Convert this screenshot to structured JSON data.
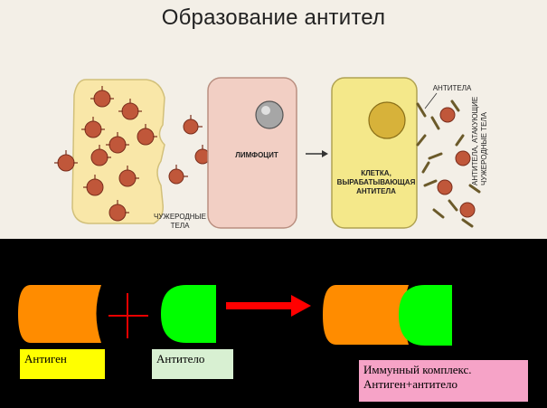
{
  "title": "Образование антител",
  "illustration": {
    "lymphocyte_label": "ЛИМФОЦИТ",
    "foreign_bodies_label": [
      "ЧУЖЕРОДНЫЕ",
      "ТЕЛА"
    ],
    "producing_cell_label": [
      "КЛЕТКА,",
      "ВЫРАБАТЫВАЮЩАЯ",
      "АНТИТЕЛА"
    ],
    "antibodies_label": "АНТИТЕЛА",
    "attacking_label": [
      "АНТИТЕЛА, АТАКУЮЩИЕ",
      "ЧУЖЕРОДНЫЕ ТЕЛА"
    ],
    "colors": {
      "cell_fill": "#f9e7a8",
      "lymphocyte_fill": "#f2cfc4",
      "producing_cell_fill": "#f4e88a",
      "antigen_fill": "#c0573a"
    }
  },
  "scheme": {
    "antigen_label": "Антиген",
    "antibody_label": "Антитело",
    "complex_label_line1": "Иммунный комплекс.",
    "complex_label_line2": "Антиген+антитело",
    "colors": {
      "antigen": "#ff8c00",
      "antibody": "#00ff00",
      "plus": "#e80000",
      "arrow": "#ff0000",
      "background": "#000000"
    }
  }
}
